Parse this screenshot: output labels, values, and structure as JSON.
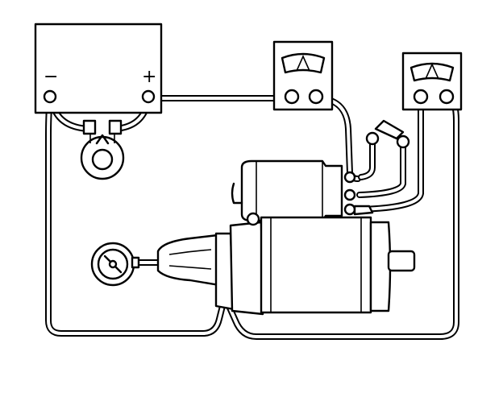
{
  "battery": {
    "negative_symbol": "−",
    "positive_symbol": "+"
  },
  "meters": [
    {
      "name": "ammeter",
      "icon": "meter-dial-icon"
    },
    {
      "name": "voltmeter",
      "icon": "meter-dial-icon"
    }
  ],
  "components": [
    "battery",
    "ignition-switch",
    "ammeter",
    "voltmeter",
    "starter-motor",
    "solenoid",
    "tachometer"
  ],
  "colors": {
    "ink": "#000000",
    "background": "#ffffff"
  }
}
